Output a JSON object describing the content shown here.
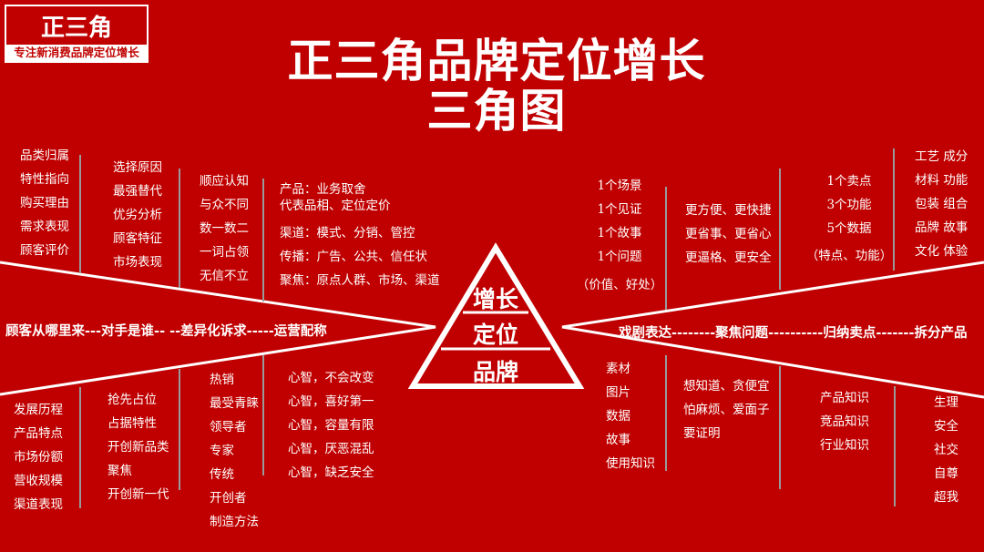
{
  "logo": {
    "name": "正三角",
    "slogan": "专注新消费品牌定位增长"
  },
  "title": {
    "line1": "正三角品牌定位增长",
    "line2": "三角图"
  },
  "pyramid": {
    "top": "增长",
    "middle": "定位",
    "bottom": "品牌"
  },
  "left_axis": "顾客从哪里来---对手是谁-- --差异化诉求-----运营配称",
  "right_axis": "戏剧表达--------聚焦问题----------归纳卖点-------拆分产品",
  "left_top": [
    [
      "品类归属",
      "特性指向",
      "购买理由",
      "需求表现",
      "顾客评价"
    ],
    [
      "选择原因",
      "最强替代",
      "优劣分析",
      "顾客特征",
      "市场表现"
    ],
    [
      "顺应认知",
      "与众不同",
      "数一数二",
      "一词占领",
      "无信不立"
    ],
    [
      "产品：业务取舍",
      "代表品相、定位定价",
      "渠道：模式、分销、管控",
      "传播：广告、公共、信任状",
      "聚焦：原点人群、市场、渠道"
    ]
  ],
  "left_bottom": [
    [
      "发展历程",
      "产品特点",
      "市场份额",
      "营收规模",
      "渠道表现"
    ],
    [
      "抢先占位",
      "占据特性",
      "开创新品类",
      "聚焦",
      "开创新一代"
    ],
    [
      "热销",
      "最受青睐",
      "领导者",
      "专家",
      "传统",
      "开创者",
      "制造方法"
    ],
    [
      "心智，不会改变",
      "心智，喜好第一",
      "心智，容量有限",
      "心智，厌恶混乱",
      "心智，缺乏安全"
    ]
  ],
  "right_top": [
    [
      "1个场景",
      "1个见证",
      "1个故事",
      "1个问题",
      "（价值、好处）"
    ],
    [
      "更方便、更快捷",
      "更省事、更省心",
      "更逼格、更安全"
    ],
    [
      "1个卖点",
      "3个功能",
      "5个数据",
      "（特点、功能）"
    ],
    [
      "工艺  成分",
      "材料  功能",
      "包装  组合",
      "品牌  故事",
      "文化  体验"
    ]
  ],
  "right_bottom": [
    [
      "素材",
      "图片",
      "数据",
      "故事",
      "使用知识"
    ],
    [
      "想知道、贪便宜",
      "怕麻烦、爱面子",
      "要证明"
    ],
    [
      "产品知识",
      "竞品知识",
      "行业知识"
    ],
    [
      "生理",
      "安全",
      "社交",
      "自尊",
      "超我"
    ]
  ],
  "colors": {
    "background": "#c00000",
    "foreground": "#ffffff",
    "divider": "#9a9a9a"
  }
}
